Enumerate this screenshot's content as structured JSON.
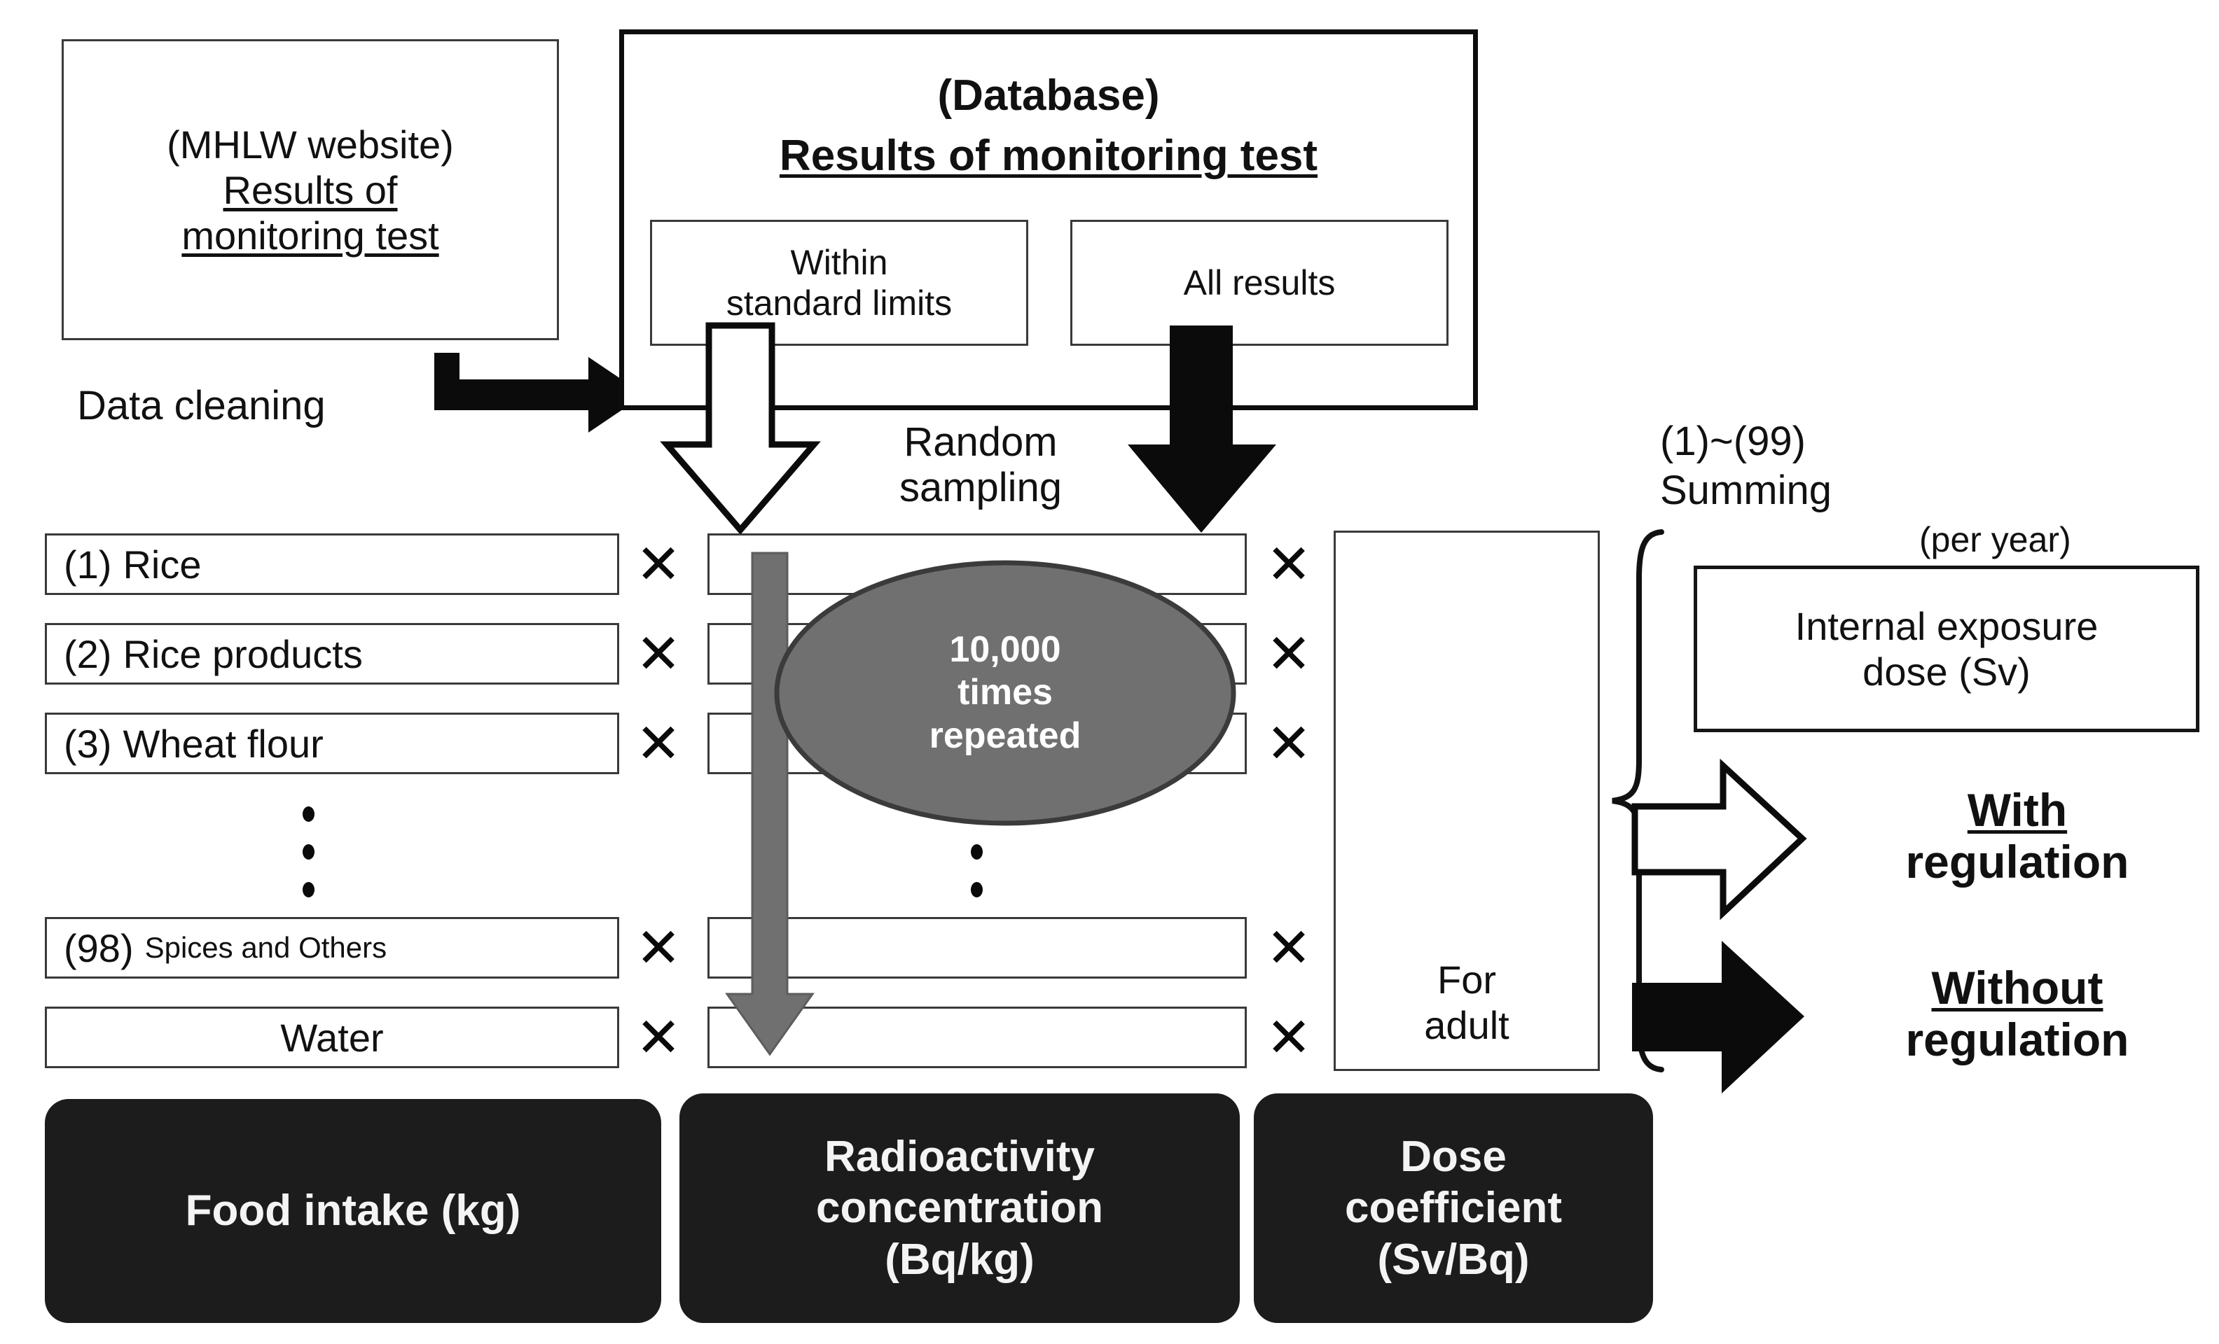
{
  "source_box": {
    "line1": "(MHLW website)",
    "line2": "Results of",
    "line3": "monitoring test"
  },
  "data_cleaning_label": "Data cleaning",
  "database": {
    "title_small": "(Database)",
    "title_main": "Results of monitoring test",
    "sub_boxes": [
      {
        "label": "Within\nstandard limits"
      },
      {
        "label": "All results"
      }
    ]
  },
  "random_sampling_label": "Random\nsampling",
  "food_intake": {
    "items": [
      {
        "num": "(1)",
        "name": "Rice",
        "small": false
      },
      {
        "num": "(2)",
        "name": "Rice products",
        "small": false
      },
      {
        "num": "(3)",
        "name": "Wheat flour",
        "small": false
      },
      {
        "num": "(98)",
        "name": "Spices and Others",
        "small": true
      },
      {
        "num": "",
        "name": "Water",
        "small": false
      }
    ],
    "ellipsis": "⋮"
  },
  "multiply_symbol": "✕",
  "repeat_badge": {
    "line1": "10,000",
    "line2": "times",
    "line3": "repeated"
  },
  "dose_coefficient_box": {
    "label": "For\nadult"
  },
  "summing": {
    "range_label": "(1)~(99)",
    "verb_label": "Summing"
  },
  "per_year_label": "(per year)",
  "internal_exposure_box": {
    "line1": "Internal exposure",
    "line2": "dose (Sv)"
  },
  "outcomes": [
    {
      "word_underlined": "With",
      "word_rest": "regulation",
      "arrow": "hollow-right-arrow"
    },
    {
      "word_underlined": "Without",
      "word_rest": "regulation",
      "arrow": "solid-right-arrow"
    }
  ],
  "bottom_bars": [
    {
      "text": "Food intake (kg)"
    },
    {
      "text": "Radioactivity\nconcentration\n(Bq/kg)"
    },
    {
      "text": "Dose\ncoefficient\n(Sv/Bq)"
    }
  ],
  "colors": {
    "ink": "#111111",
    "gray_fill": "#707070",
    "dark_bar": "#1c1c1c",
    "box_border": "#3a3a3a"
  }
}
